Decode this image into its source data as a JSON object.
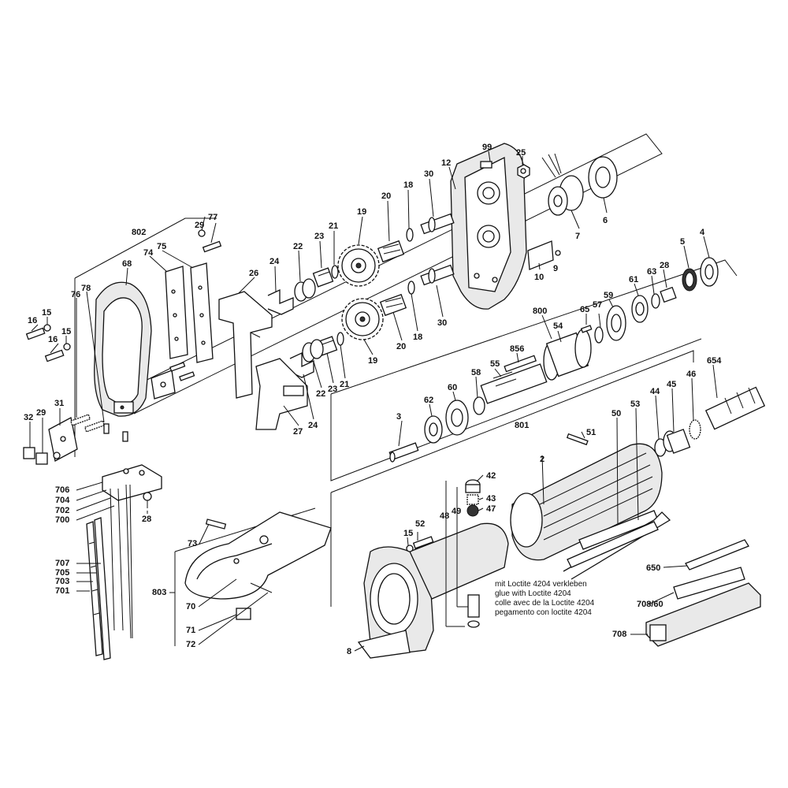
{
  "callouts": {
    "c99": "99",
    "c25": "25",
    "c12": "12",
    "c30a": "30",
    "c18a": "18",
    "c20a": "20",
    "c19a": "19",
    "c21a": "21",
    "c23a": "23",
    "c22a": "22",
    "c24a": "24",
    "c26": "26",
    "c6": "6",
    "c7": "7",
    "c10": "10",
    "c9": "9",
    "c5": "5",
    "c4": "4",
    "c30b": "30",
    "c18b": "18",
    "c20b": "20",
    "c19b": "19",
    "c21b": "21",
    "c23b": "23",
    "c22b": "22",
    "c24b": "24",
    "c27": "27",
    "c802": "802",
    "c29a": "29",
    "c77": "77",
    "c68": "68",
    "c74": "74",
    "c75": "75",
    "c78": "78",
    "c76": "76",
    "c15a": "15",
    "c16a": "16",
    "c15b": "15",
    "c16b": "16",
    "c31": "31",
    "c32": "32",
    "c29b": "29",
    "c800": "800",
    "c28a": "28",
    "c63": "63",
    "c61": "61",
    "c59": "59",
    "c57": "57",
    "c65": "65",
    "c54": "54",
    "c856": "856",
    "c55": "55",
    "c58": "58",
    "c60": "60",
    "c62": "62",
    "c3": "3",
    "c654": "654",
    "c46": "46",
    "c45": "45",
    "c44": "44",
    "c53": "53",
    "c50": "50",
    "c801": "801",
    "c51": "51",
    "c2": "2",
    "c42": "42",
    "c43": "43",
    "c47": "47",
    "c48": "48",
    "c49": "49",
    "c52": "52",
    "c15c": "15",
    "c706": "706",
    "c704": "704",
    "c702": "702",
    "c700": "700",
    "c28b": "28",
    "c707": "707",
    "c705": "705",
    "c703": "703",
    "c701": "701",
    "c73": "73",
    "c803": "803",
    "c70": "70",
    "c71": "71",
    "c72": "72",
    "c650": "650",
    "c708_60": "708/60",
    "c708": "708",
    "c8": "8"
  },
  "loctite_note": [
    "mit Loctite 4204 verkleben",
    "glue with Loctite 4204",
    "colle avec de la Loctite 4204",
    "pegamento con loctite 4204"
  ]
}
